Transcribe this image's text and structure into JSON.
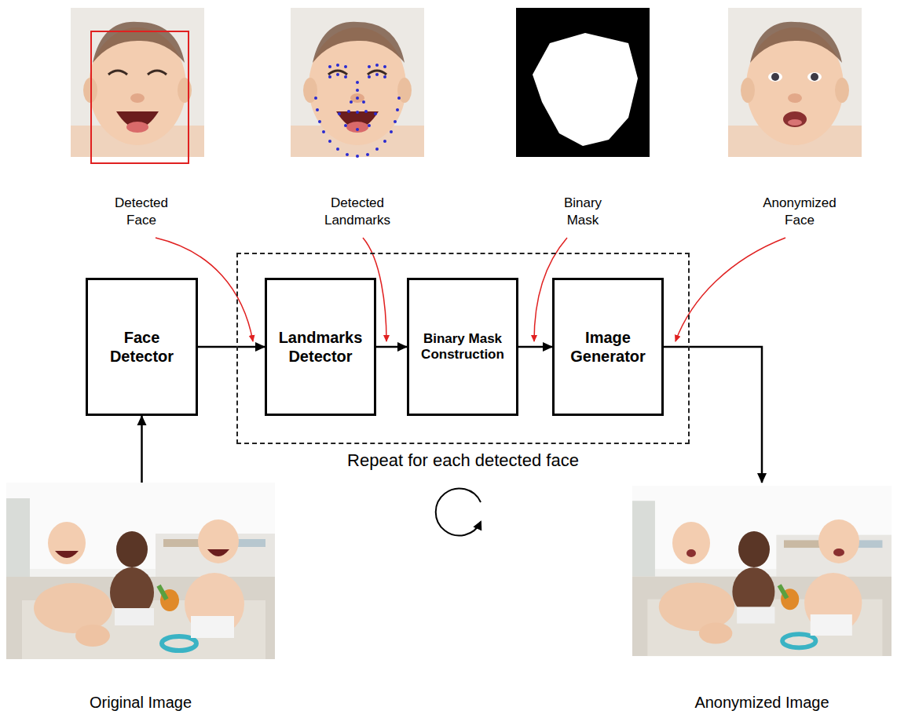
{
  "diagram": {
    "nodes": [
      {
        "text": [
          "Original Image"
        ]
      },
      {
        "text": [
          "Face Detector"
        ]
      },
      {
        "text": [
          "Repeat for each detected face"
        ]
      },
      {
        "text": [
          "Landmarks Detector"
        ],
        "in": 2
      },
      {
        "text": [
          "Binary Mask Construction"
        ],
        "in": 2
      },
      {
        "text": [
          "Image Generator"
        ],
        "in": 2
      },
      {
        "text": [
          "Anonymized Image"
        ]
      }
    ],
    "edges": [
      {
        "from": 0,
        "to": 1,
        "arrow": "to"
      },
      {
        "from": 1,
        "to": 3,
        "arrow": "to"
      },
      {
        "from": 3,
        "to": 4,
        "arrow": "to"
      },
      {
        "from": 4,
        "to": 5,
        "arrow": "to"
      },
      {
        "from": 5,
        "to": 6,
        "arrow": "to"
      }
    ],
    "labels": [
      "Detected Face",
      "Detected Landmarks",
      "Binary Mask",
      "Anonymized Face"
    ]
  }
}
